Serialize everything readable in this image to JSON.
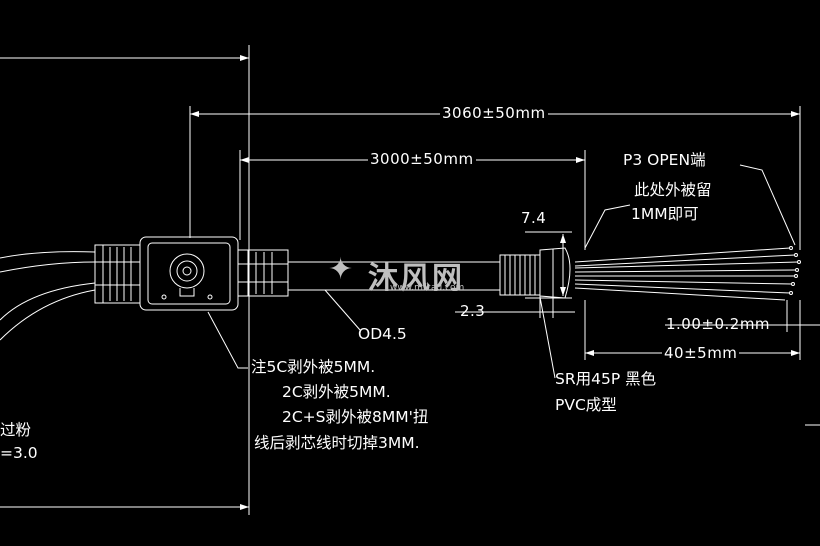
{
  "dimensions": {
    "total_length": "3060±50mm",
    "cable_length": "3000±50mm",
    "od_height": "7.4",
    "od_small": "2.3",
    "strip_end": "1.00±0.2mm",
    "wire_length": "40±5mm"
  },
  "labels": {
    "od": "OD4.5",
    "p3_open": "P3 OPEN端",
    "p3_line2": "此处外被留",
    "p3_line3": "1MM即可",
    "sr_line1": "SR用45P 黑色",
    "sr_line2": "PVC成型",
    "note_line1": "注5C剥外被5MM.",
    "note_line2": "2C剥外被5MM.",
    "note_line3": "2C+S剥外被8MM'扭",
    "note_line4": "线后剥芯线时切掉3MM.",
    "left_line1": "过粉",
    "left_line2": "=3.0"
  },
  "watermark": {
    "brand": "沐风网",
    "url": "www.mfcad.com"
  },
  "colors": {
    "background": "#000000",
    "lines": "#ffffff",
    "watermark": "#bfbfbf"
  }
}
